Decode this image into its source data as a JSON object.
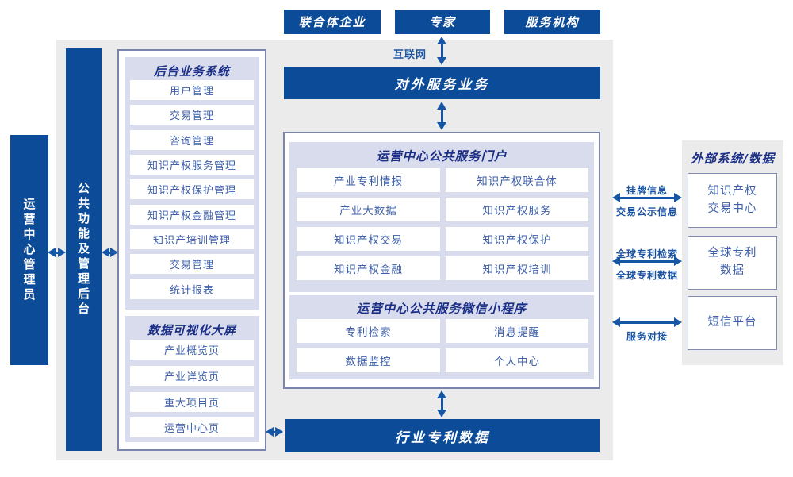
{
  "colors": {
    "primary_blue": "#0b4b98",
    "panel_lavender": "#d9dcec",
    "panel_border": "#7b84ad",
    "item_text_blue": "#3d5fa9",
    "title_navy": "#1b2f87",
    "arrow_blue": "#1556a7",
    "background_gray": "#ebebeb"
  },
  "top": {
    "boxes": [
      "联合体企业",
      "专家",
      "服务机构"
    ],
    "internet_label": "互联网"
  },
  "bars": {
    "external_service": "对外服务业务",
    "industry_data": "行业专利数据"
  },
  "left": {
    "admin_bar": "运营中心管理员",
    "public_bar": "公共功能及管理后台"
  },
  "backend": {
    "title": "后台业务系统",
    "items": [
      "用户管理",
      "交易管理",
      "咨询管理",
      "知识产权服务管理",
      "知识产权保护管理",
      "知识产权金融管理",
      "知识产培训管理",
      "交易管理",
      "统计报表"
    ]
  },
  "dataviz": {
    "title": "数据可视化大屏",
    "items": [
      "产业概览页",
      "产业详览页",
      "重大项目页",
      "运营中心页"
    ]
  },
  "portal": {
    "title": "运营中心公共服务门户",
    "items": [
      "产业专利情报",
      "知识产权联合体",
      "产业大数据",
      "知识产权服务",
      "知识产权交易",
      "知识产权保护",
      "知识产权金融",
      "知识产权培训"
    ]
  },
  "mini": {
    "title": "运营中心公共服务微信小程序",
    "items": [
      "专利检索",
      "消息提醒",
      "数据监控",
      "个人中心"
    ]
  },
  "external": {
    "title": "外部系统/数据",
    "boxes": [
      "知识产权\n交易中心",
      "全球专利\n数据",
      "短信平台"
    ]
  },
  "links": {
    "listing_top": "挂牌信息",
    "listing_bottom": "交易公示信息",
    "patent_top": "全球专利检索",
    "patent_bottom": "全球专利数据",
    "service": "服务对接"
  }
}
